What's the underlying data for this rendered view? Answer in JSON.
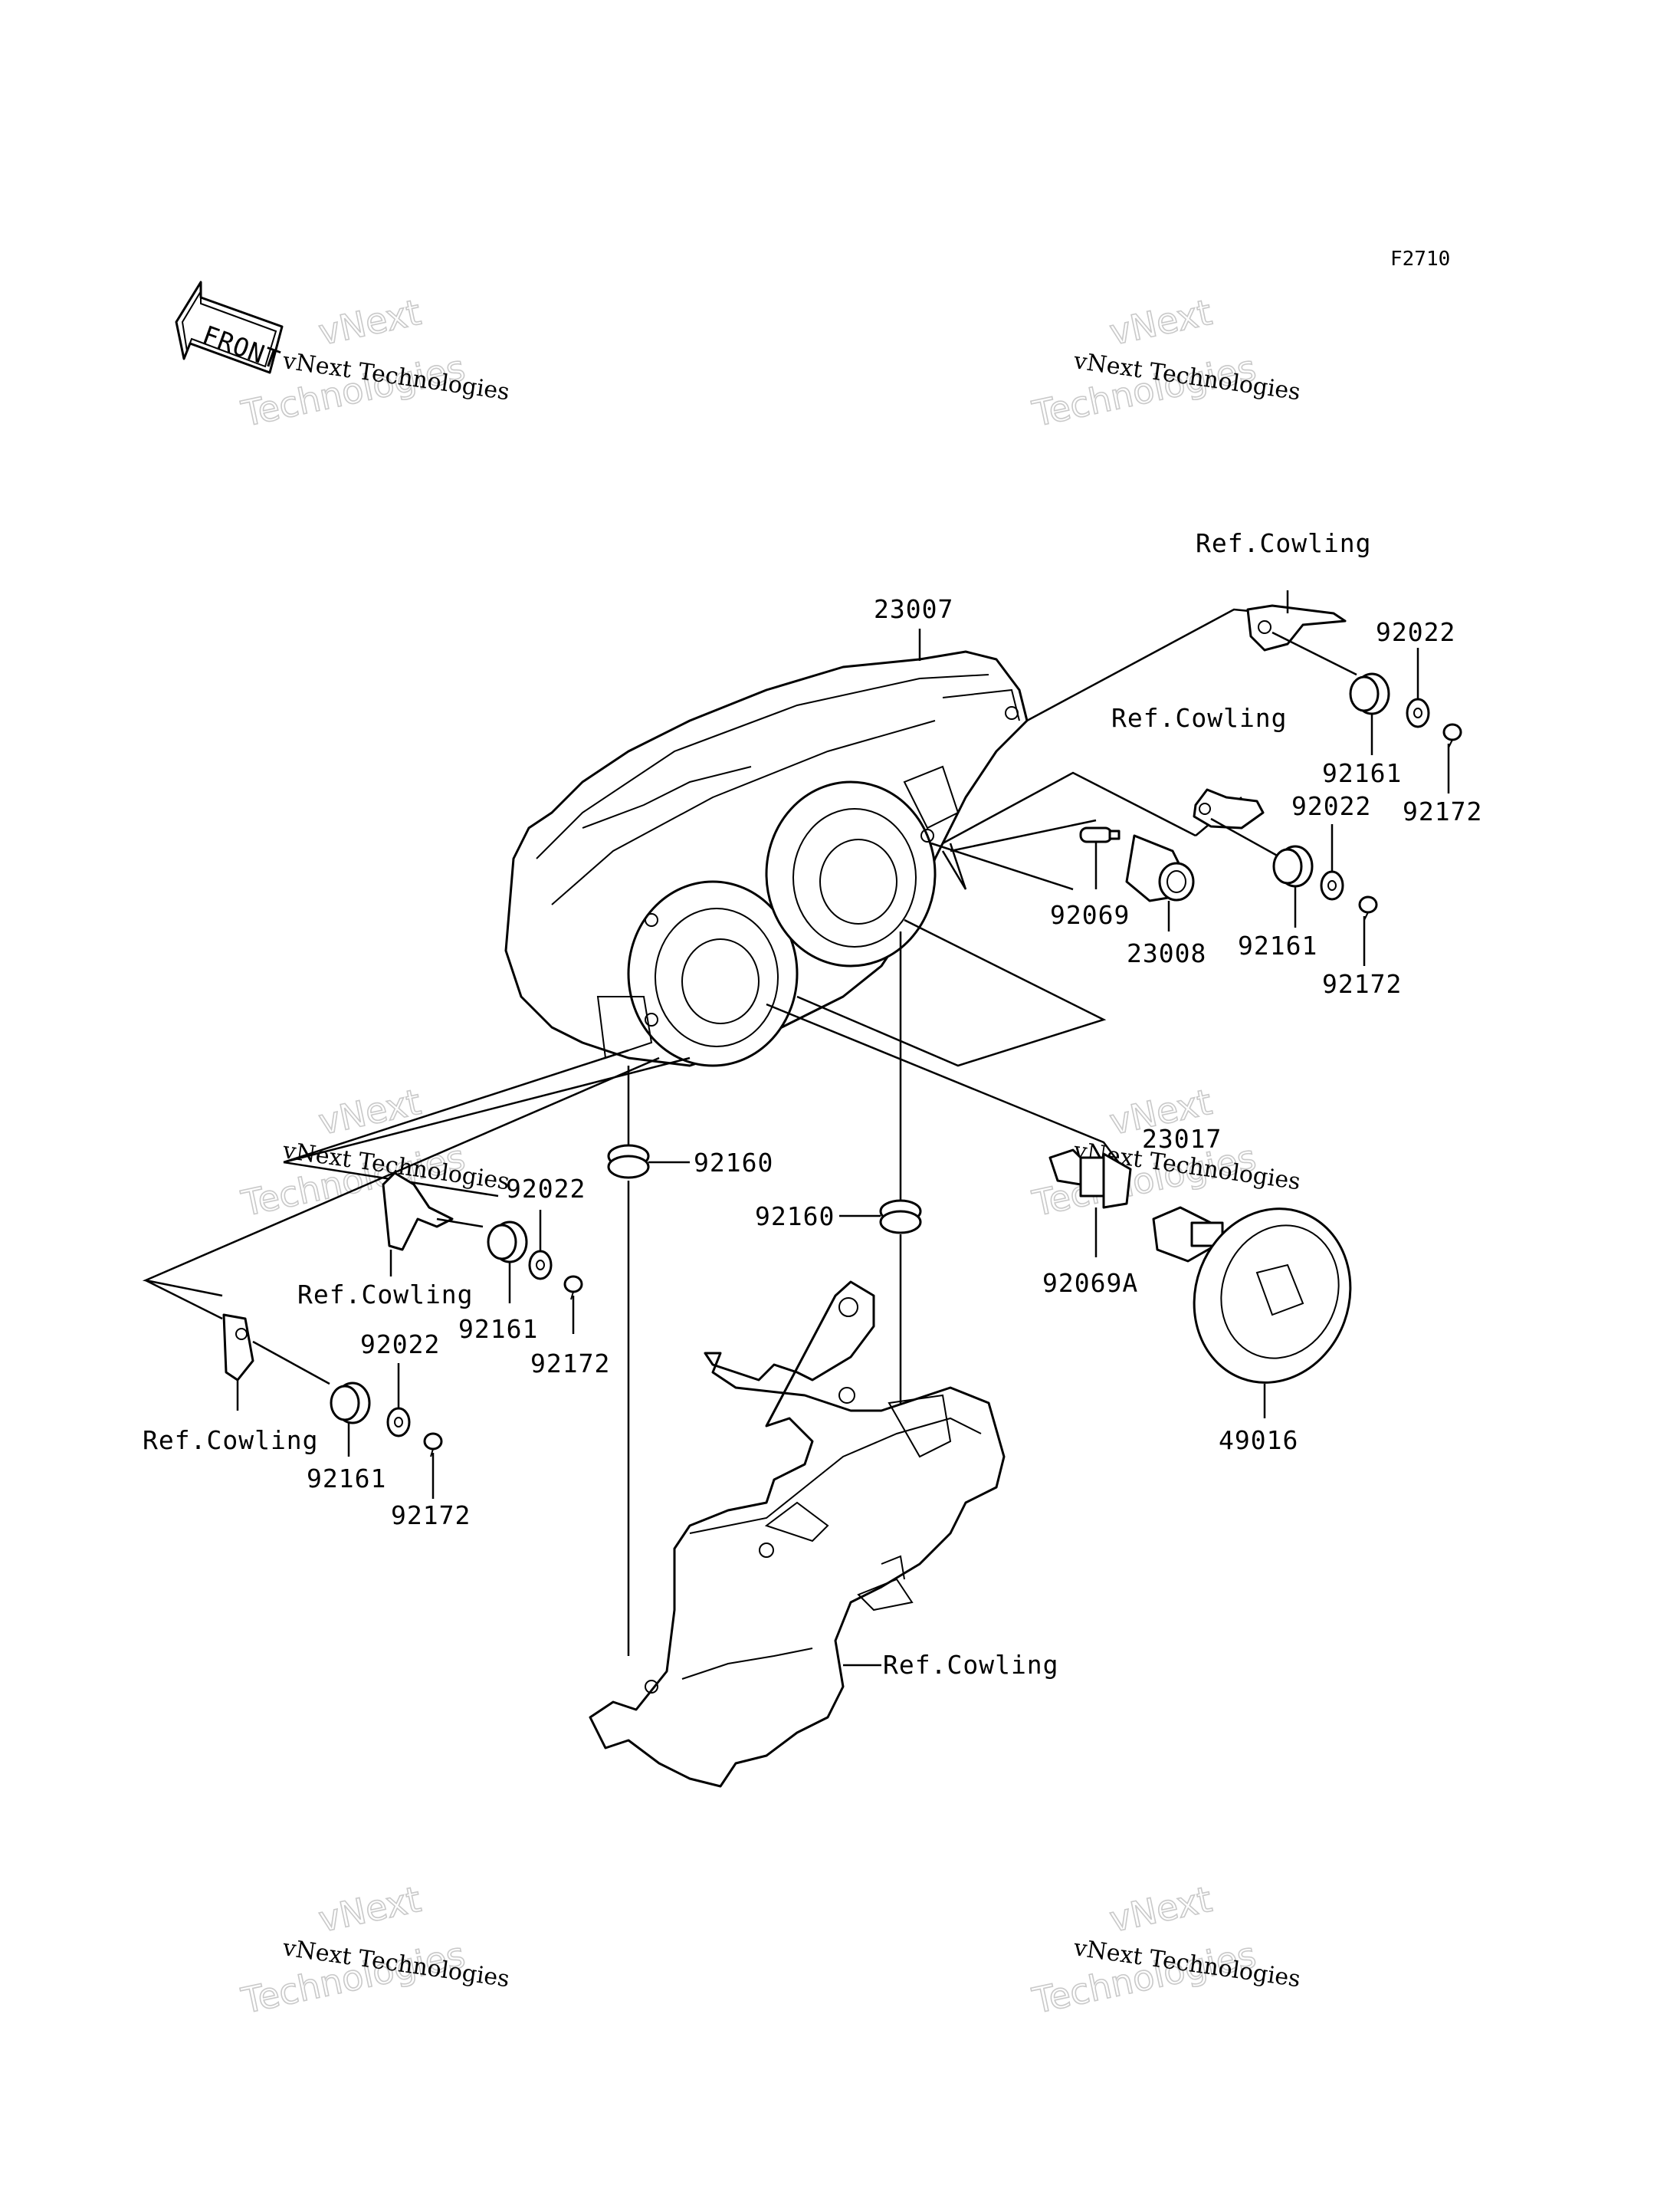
{
  "diagram_code": "F2710",
  "front_arrow_label": "FRONT",
  "watermark": {
    "line1": "vNext Technologies",
    "line2": "vNext",
    "line3": "Technologies"
  },
  "labels": {
    "headlight_assembly": "23007",
    "bulb_socket": "23008",
    "bulb_92069": "92069",
    "bulb_92069a": "92069A",
    "socket_23017": "23017",
    "cover_49016": "49016",
    "ref_cowling": "Ref.Cowling",
    "grommet": "92160",
    "damper": "92161",
    "washer": "92022",
    "screw": "92172"
  }
}
